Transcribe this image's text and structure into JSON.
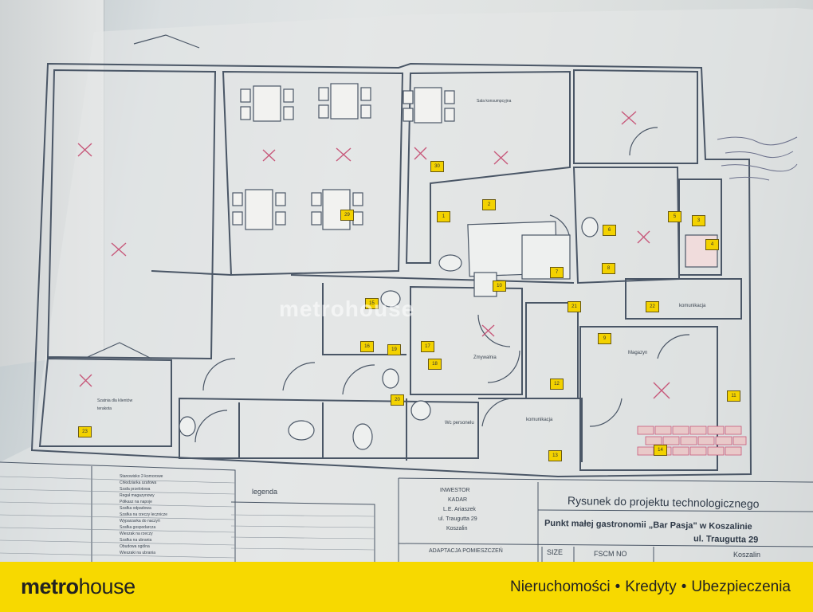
{
  "image": {
    "description_free": true
  },
  "plan": {
    "title": "Rysunek do projektu technologicznego",
    "subtitle": "Punkt małej gastronomii „Bar Pasja\" w Koszalinie",
    "address": "ul. Traugutta 29",
    "investor_label": "INWESTOR",
    "investor_line1": "KADAR",
    "investor_line2": "L.E. Ariaszek",
    "investor_line3": "ul. Traugutta 29",
    "investor_line4": "Koszalin",
    "legend_label": "legenda",
    "adaptation_label": "ADAPTACJA POMIESZCZEŃ",
    "size_label": "SIZE",
    "fscm_label": "FSCM NO",
    "city_label": "Koszalin",
    "rooms": {
      "sala": "Sala konsumpcyjna",
      "zmywalnia": "Zmywalnia",
      "magazyn": "Magazyn",
      "komunikacja": "komunikacja",
      "wc_personel": "Wc personelu",
      "komunikacja2": "komunikacja",
      "szatnia": "Szatnia dla klientów",
      "terakota": "terakota"
    },
    "tags": [
      "30",
      "29",
      "1",
      "2",
      "3",
      "4",
      "5",
      "6",
      "7",
      "8",
      "9",
      "10",
      "11",
      "12",
      "13",
      "14",
      "15",
      "16",
      "17",
      "18",
      "19",
      "20",
      "21",
      "22",
      "23"
    ],
    "legend_items": [
      "Stanowisko 2-komorowe",
      "Chłodziarka szafowa",
      "Szafa przelotowa",
      "Regał magazynowy",
      "Półkasz na napoje",
      "Szafka odpadowa",
      "Szafka na rzeczy lecznicze",
      "Wyparzarka do naczyń",
      "Szafka gospodarcza",
      "Wieszak na rzeczy",
      "Szafka na ubrania",
      "Obudowa ogólna",
      "Wieszaki na ubrania"
    ]
  },
  "watermark": {
    "text": "metrohouse"
  },
  "footer": {
    "logo_part1": "metro",
    "logo_part2": "house",
    "tag1": "Nieruchomości",
    "tag2": "Kredyty",
    "tag3": "Ubezpieczenia",
    "separator": "•"
  },
  "colors": {
    "footer_bg": "#f7d900",
    "tag_fill": "#f3d200",
    "cross": "#c7587a",
    "line": "#4a5666"
  }
}
